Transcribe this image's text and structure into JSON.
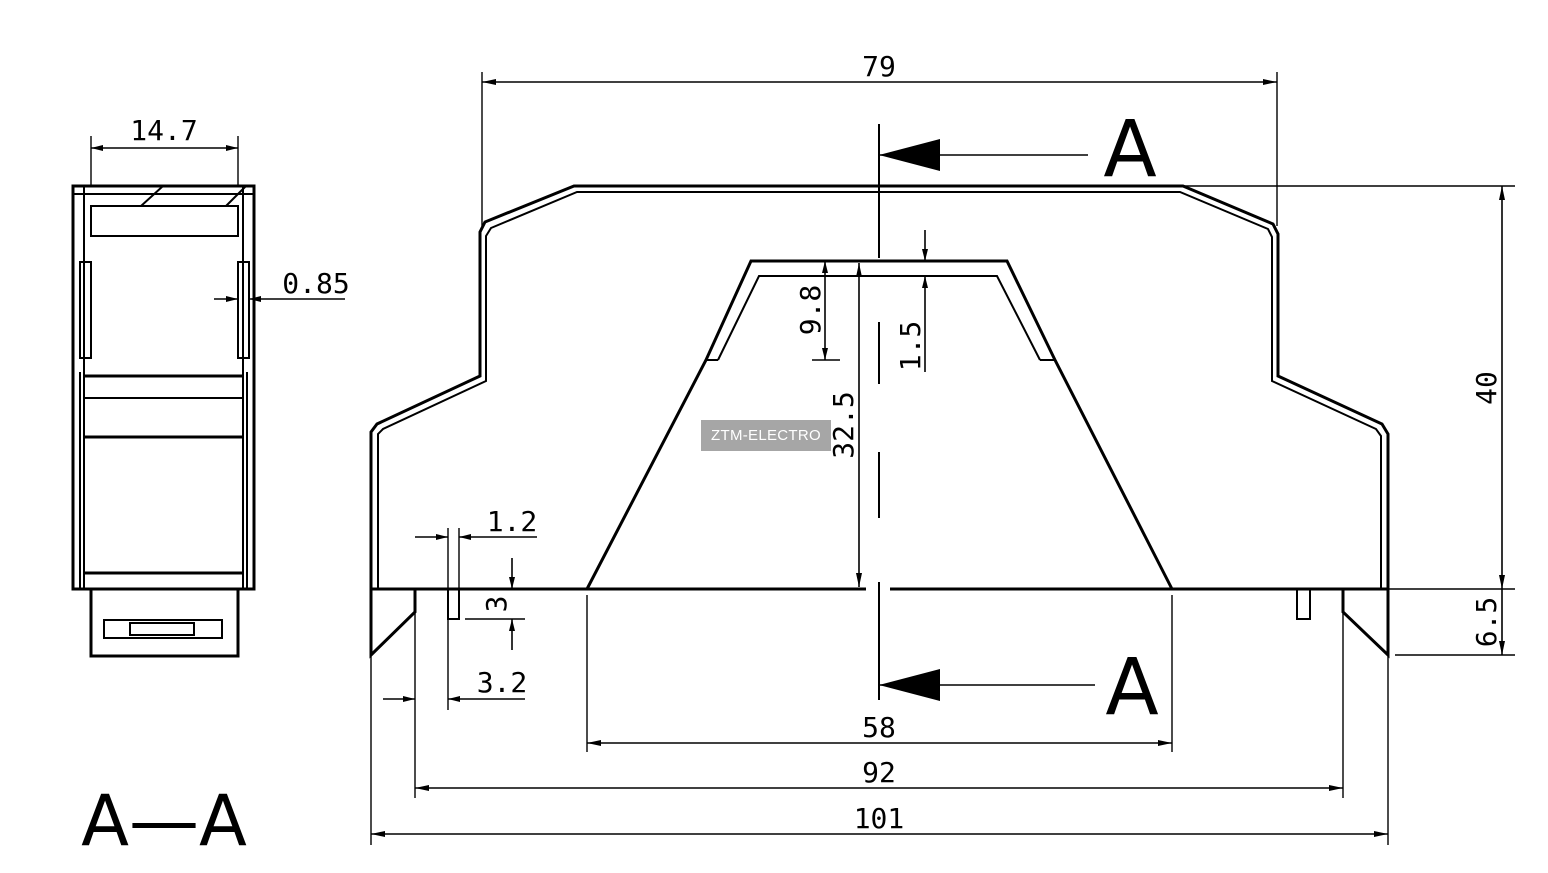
{
  "watermark": "ZTM-ELECTRO",
  "section": {
    "marker": "A",
    "view_title": "A—A"
  },
  "dimensions": {
    "top_width": "79",
    "side_width": "14.7",
    "wall_thickness": "0.85",
    "total_height": "40",
    "bottom_height": "6.5",
    "inner_height": "32.5",
    "groove_depth": "9.8",
    "groove_wall": "1.5",
    "clip_width": "1.2",
    "clip_height": "3",
    "clip_offset": "3.2",
    "rail_width": "58",
    "base_width": "92",
    "overall_width": "101"
  }
}
